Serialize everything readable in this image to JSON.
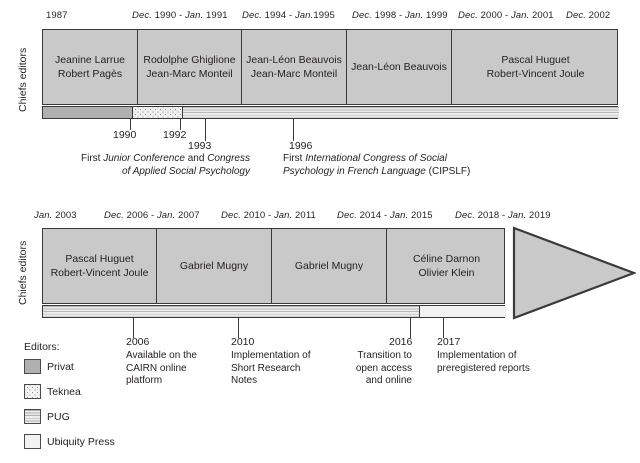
{
  "figure": {
    "axis_title": "Chiefs editors",
    "colors": {
      "box_fill": "#c9c9c9",
      "stroke": "#3a3a3a",
      "privat": "#b0b0b0",
      "teknea": "#f0f0f0",
      "pug": "#dedede",
      "ubiquity": "#f2f2f2",
      "text": "#231f20"
    }
  },
  "timeline_top": {
    "axis_title": "Chiefs editors",
    "date_labels": [
      {
        "month": "",
        "year": "1987",
        "full": "1987"
      },
      {
        "month": "Dec.",
        "year": "1990 - ",
        "month2": "Jan.",
        "year2": "1991",
        "full": "Dec. 1990 - Jan. 1991"
      },
      {
        "month": "Dec.",
        "year": "1994 - ",
        "month2": "Jan.",
        "year2": "1995",
        "full": "Dec. 1994 - Jan.1995"
      },
      {
        "month": "Dec.",
        "year": "1998 - ",
        "month2": "Jan.",
        "year2": "1999",
        "full": "Dec. 1998 - Jan. 1999"
      },
      {
        "month": "Dec.",
        "year": "2000 - ",
        "month2": "Jan.",
        "year2": "2001",
        "full": "Dec. 2000 - Jan. 2001"
      },
      {
        "month": "Dec.",
        "year": "2002",
        "full": "Dec. 2002"
      }
    ],
    "editors": [
      {
        "line1": "Jeanine Larrue",
        "line2": "Robert Pagès"
      },
      {
        "line1": "Rodolphe Ghiglione",
        "line2": "Jean-Marc Monteil"
      },
      {
        "line1": "Jean-Léon Beauvois",
        "line2": "Jean-Marc Monteil"
      },
      {
        "line1": "Jean-Léon Beauvois",
        "line2": ""
      },
      {
        "line1": "Pascal Huguet",
        "line2": "Robert-Vincent Joule"
      }
    ],
    "publishers": [
      {
        "name": "Privat",
        "key": "privat"
      },
      {
        "name": "Teknea",
        "key": "teknea"
      },
      {
        "name": "PUG",
        "key": "pug"
      }
    ],
    "markers": [
      {
        "year": "1990"
      },
      {
        "year": "1992"
      }
    ],
    "events": [
      {
        "year": "1993",
        "text_parts": [
          {
            "text": "First ",
            "italic": false
          },
          {
            "text": "Junior Conference",
            "italic": true
          },
          {
            "text": " and ",
            "italic": false
          },
          {
            "text": "Congress",
            "italic": true
          },
          {
            "text": " of Applied Social Psychology",
            "italic": true
          }
        ],
        "plain": "First Junior Conference and Congress of Applied Social Psychology"
      },
      {
        "year": "1996",
        "text_parts": [
          {
            "text": "First ",
            "italic": false
          },
          {
            "text": "International Congress of Social Psychology in French Language",
            "italic": true
          },
          {
            "text": " (CIPSLF)",
            "italic": false
          }
        ],
        "plain": "First International Congress of Social Psychology in French Language (CIPSLF)"
      }
    ]
  },
  "timeline_bottom": {
    "axis_title": "Chiefs editors",
    "date_labels": [
      {
        "month": "Jan.",
        "year": "2003",
        "full": "Jan. 2003"
      },
      {
        "month": "Dec.",
        "year": "2006 - ",
        "month2": "Jan.",
        "year2": "2007",
        "full": "Dec. 2006 - Jan. 2007"
      },
      {
        "month": "Dec.",
        "year": "2010 - ",
        "month2": "Jan.",
        "year2": "2011",
        "full": "Dec. 2010 - Jan. 2011"
      },
      {
        "month": "Dec.",
        "year": "2014 - ",
        "month2": "Jan.",
        "year2": "2015",
        "full": "Dec. 2014 - Jan. 2015"
      },
      {
        "month": "Dec.",
        "year": "2018 - ",
        "month2": "Jan.",
        "year2": "2019",
        "full": "Dec. 2018 - Jan. 2019"
      }
    ],
    "editors": [
      {
        "line1": "Pascal Huguet",
        "line2": "Robert-Vincent Joule"
      },
      {
        "line1": "Gabriel Mugny",
        "line2": ""
      },
      {
        "line1": "Gabriel Mugny",
        "line2": ""
      },
      {
        "line1": "Céline Darnon",
        "line2": "Olivier Klein"
      }
    ],
    "publishers": [
      {
        "name": "PUG",
        "key": "pug"
      },
      {
        "name": "Ubiquity Press",
        "key": "ubiquity"
      }
    ],
    "events": [
      {
        "year": "2006",
        "lines": [
          "Available on the",
          "CAIRN online",
          "platform"
        ],
        "align": "left"
      },
      {
        "year": "2010",
        "lines": [
          "Implementation of",
          "Short Research",
          "Notes"
        ],
        "align": "left"
      },
      {
        "year": "2016",
        "lines": [
          "Transition to",
          "open access",
          "and online"
        ],
        "align": "right"
      },
      {
        "year": "2017",
        "lines": [
          "Implementation of",
          "preregistered reports"
        ],
        "align": "left"
      }
    ]
  },
  "legend": {
    "title": "Editors:",
    "items": [
      {
        "label": "Privat",
        "key": "privat"
      },
      {
        "label": "Teknea",
        "key": "teknea"
      },
      {
        "label": "PUG",
        "key": "pug"
      },
      {
        "label": "Ubiquity Press",
        "key": "ubiquity"
      }
    ]
  }
}
